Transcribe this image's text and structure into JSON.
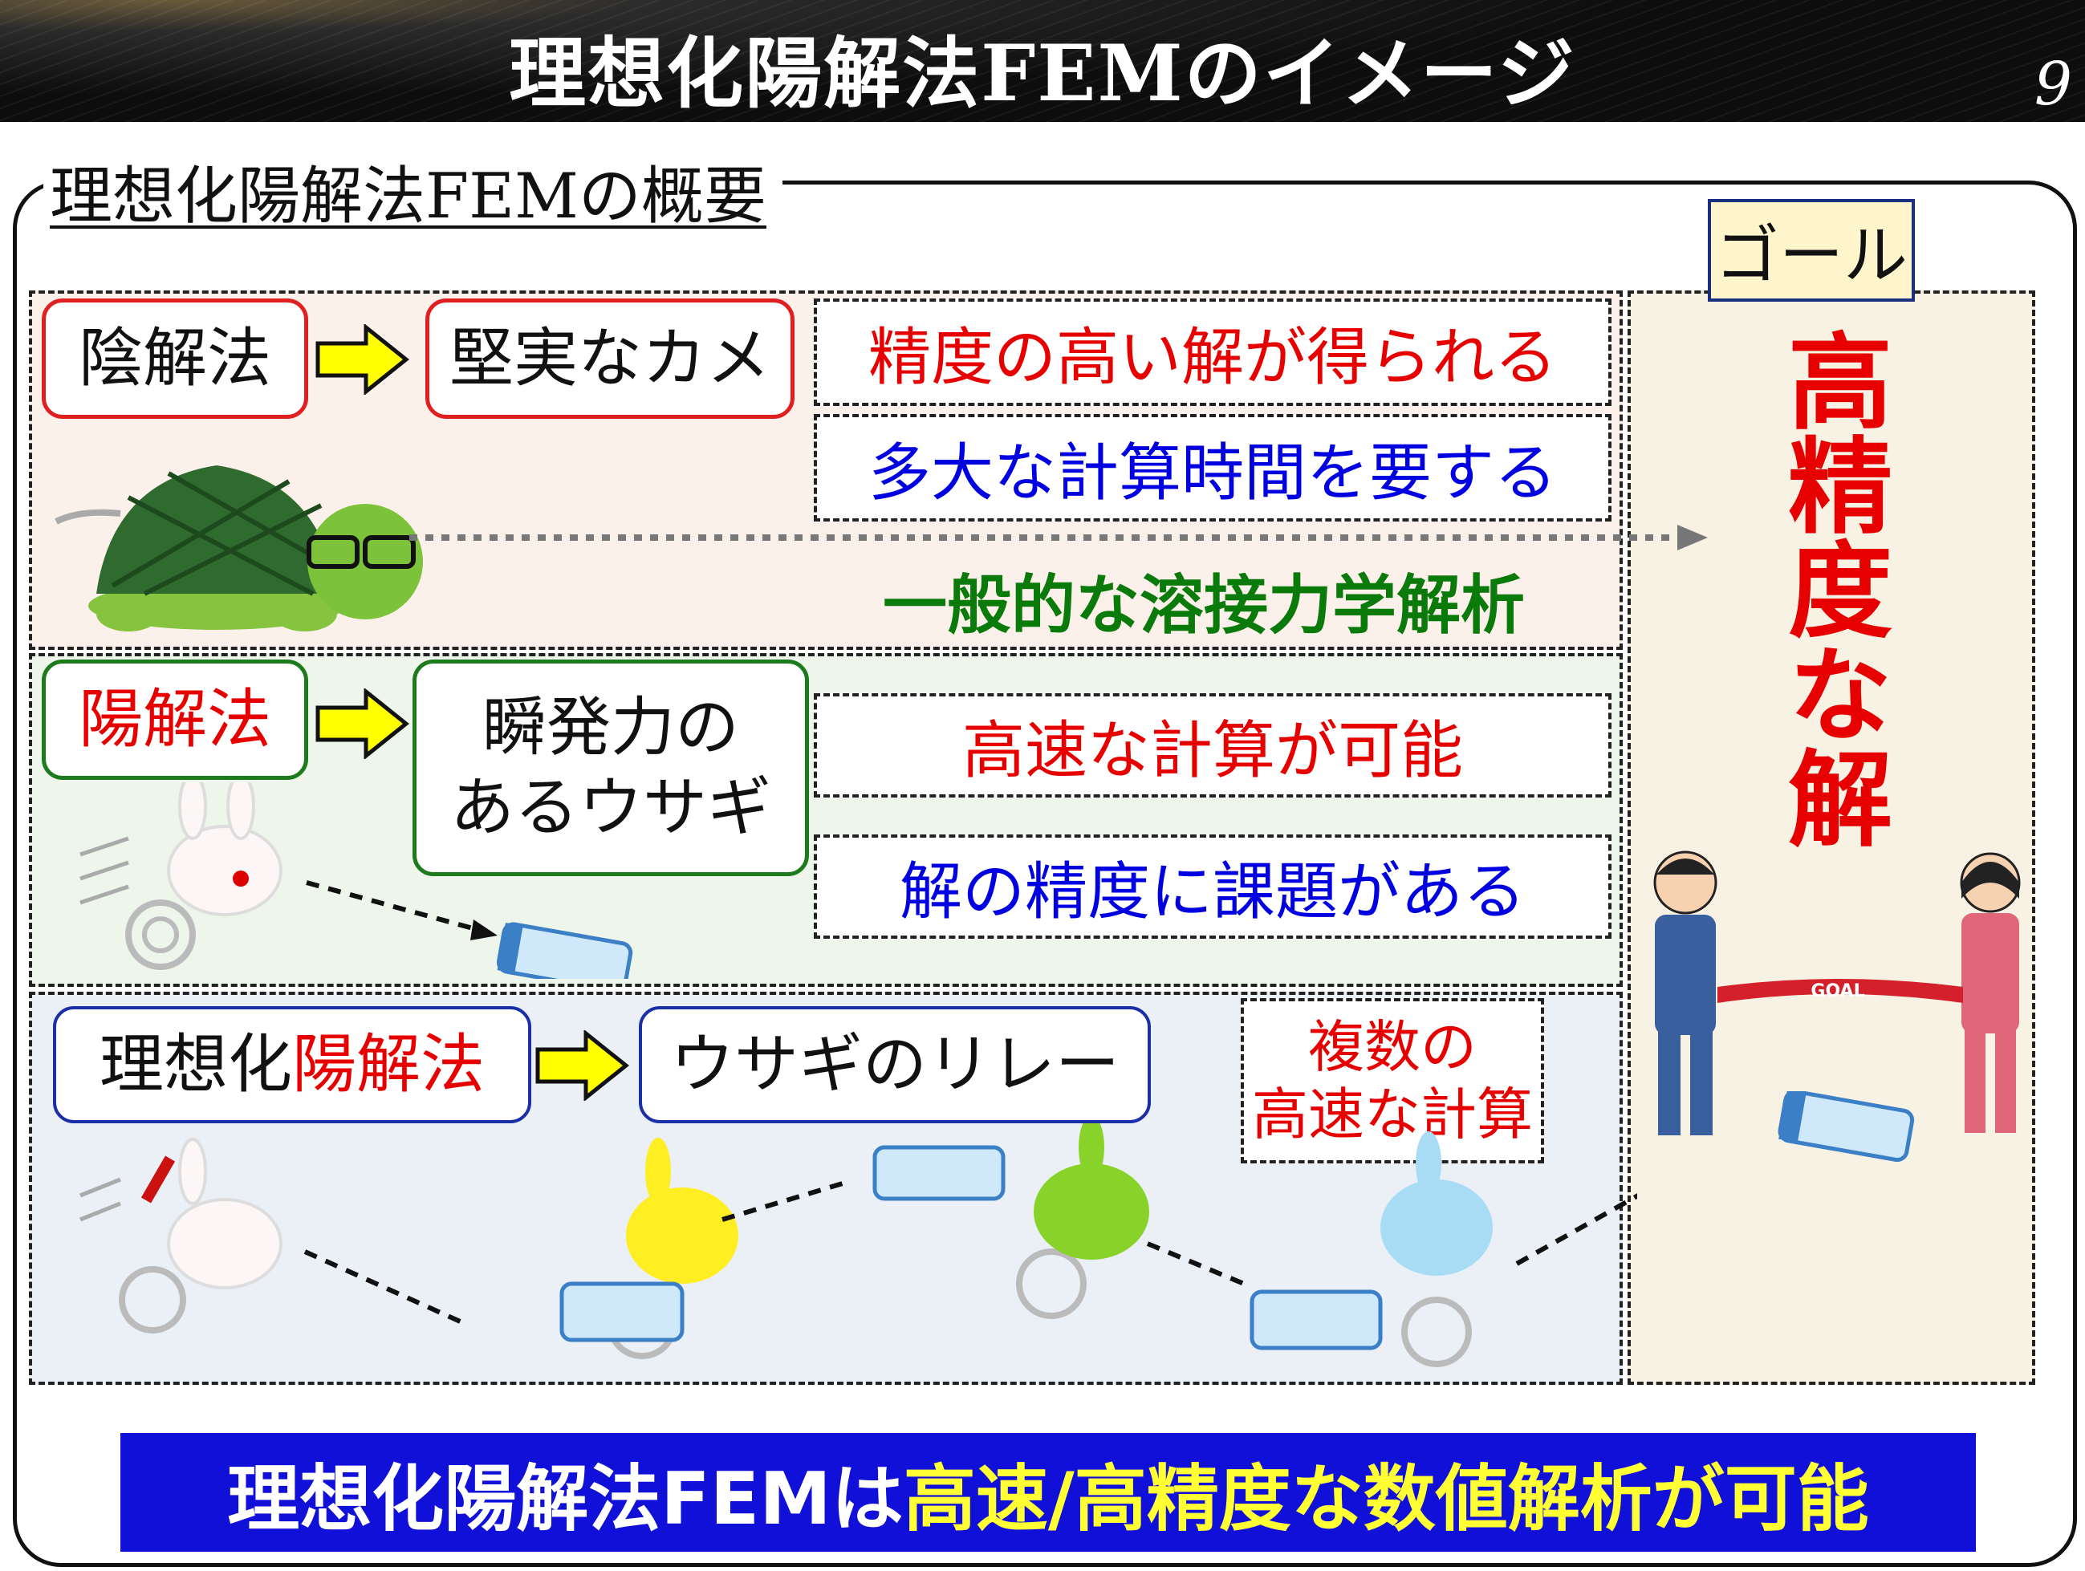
{
  "header": {
    "title": "理想化陽解法FEMのイメージ",
    "page_number": "9"
  },
  "section": {
    "heading": "理想化陽解法FEMの概要"
  },
  "implicit": {
    "method": "陰解法",
    "metaphor": "堅実なカメ",
    "merit": "精度の高い解が得られる",
    "demerit": "多大な計算時間を要する",
    "usage": "一般的な溶接力学解析"
  },
  "explicit": {
    "method": "陽解法",
    "metaphor_line1": "瞬発力の",
    "metaphor_line2": "あるウサギ",
    "merit": "高速な計算が可能",
    "demerit": "解の精度に課題がある"
  },
  "idealized": {
    "method_prefix": "理想化",
    "method_suffix": "陽解法",
    "metaphor": "ウサギのリレー",
    "note_line1": "複数の",
    "note_line2": "高速な計算"
  },
  "goal": {
    "label": "ゴール",
    "result": "高精度な解",
    "tape_text": "GOAL"
  },
  "conclusion": {
    "prefix": "理想化陽解法FEMは",
    "highlight": "高速/高精度な数値解析が可能"
  },
  "colors": {
    "red": "#e60000",
    "blue": "#0000e0",
    "green": "#0a7a0a",
    "banner": "#1010d8",
    "highlight": "#ffff33"
  }
}
